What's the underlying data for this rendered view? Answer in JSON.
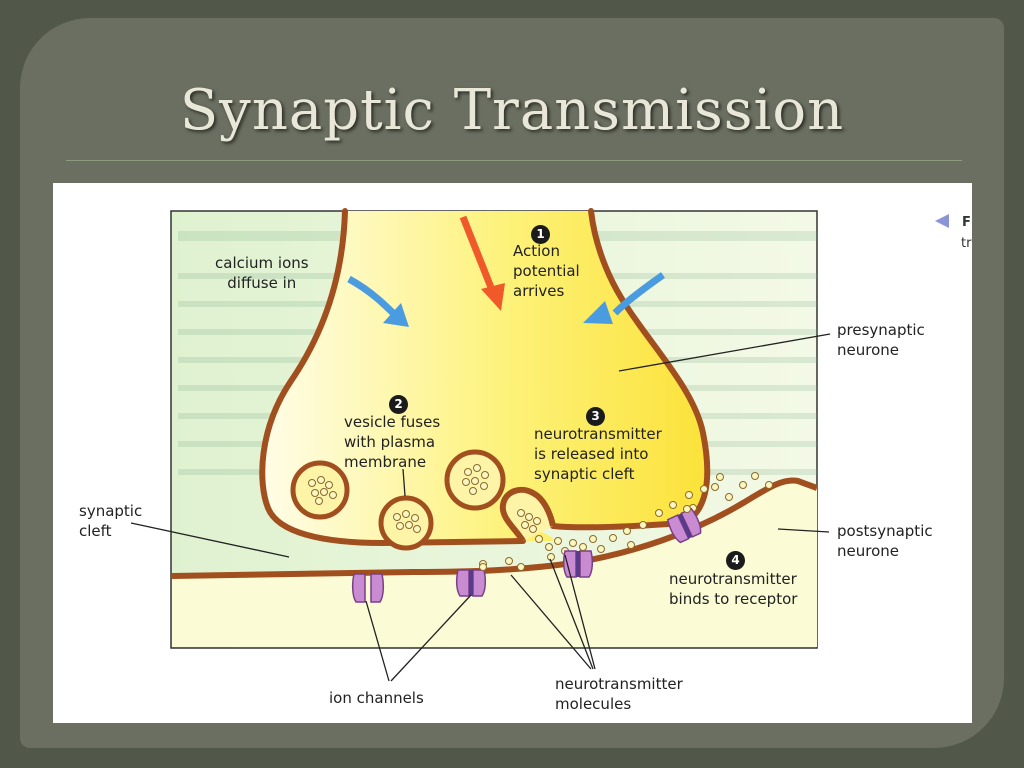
{
  "slide": {
    "title": "Synaptic Transmission"
  },
  "diagram": {
    "steps": [
      {
        "number": "1",
        "text": "Action\npotential\narrives"
      },
      {
        "number": "2",
        "text": "vesicle fuses\nwith plasma\nmembrane"
      },
      {
        "number": "3",
        "text": "neurotransmitter\nis released into\nsynaptic cleft"
      },
      {
        "number": "4",
        "text": "neurotransmitter\nbinds to receptor"
      }
    ],
    "labels": {
      "calcium_ions": "calcium ions\ndiffuse in",
      "presynaptic": "presynaptic\nneurone",
      "synaptic_cleft": "synaptic\ncleft",
      "postsynaptic": "postsynaptic\nneurone",
      "ion_channels": "ion channels",
      "neurotransmitter_molecules": "neurotransmitter\nmolecules"
    },
    "cropped_caption": {
      "line1": "F",
      "line2": "tr"
    },
    "colors": {
      "membrane": "#a24f1f",
      "cytoplasm": "#fdee5a",
      "cleft": "#e4f3d6",
      "receptor": "#c98bd1",
      "calcium_arrow": "#4a9be0",
      "action_arrow": "#f05a2a"
    }
  }
}
